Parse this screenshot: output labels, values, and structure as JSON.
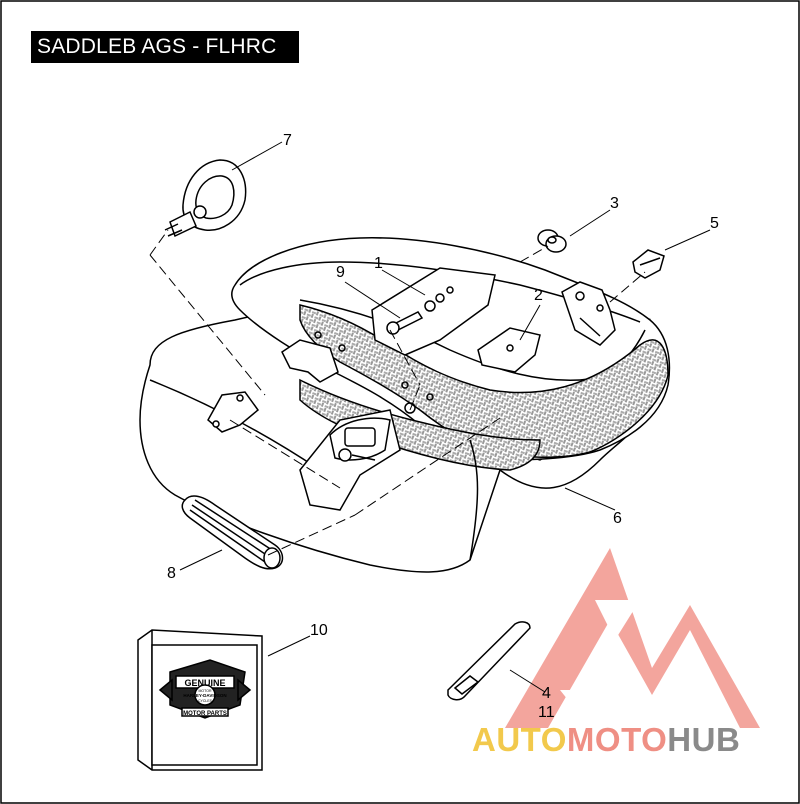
{
  "title": "SADDLEB AGS - FLHRC",
  "callouts": {
    "c1": "1",
    "c2": "2",
    "c3": "3",
    "c4": "4",
    "c11": "11",
    "c5": "5",
    "c6": "6",
    "c7": "7",
    "c8": "8",
    "c9": "9",
    "c10": "10"
  },
  "package_logo": {
    "top": "GENUINE",
    "brand_line1": "HARLEY-DAVIDSON",
    "brand_line2": "MOTOR",
    "brand_line3": "CYCLES",
    "bottom": "MOTOR PARTS"
  },
  "watermark": {
    "part1": "AUTO",
    "part2": "MOTO",
    "part3": "HUB",
    "color_auto": "#f2c94c",
    "color_moto": "#ef8f84",
    "color_hub": "#8a8a8a",
    "logo_color": "#f08a80"
  }
}
